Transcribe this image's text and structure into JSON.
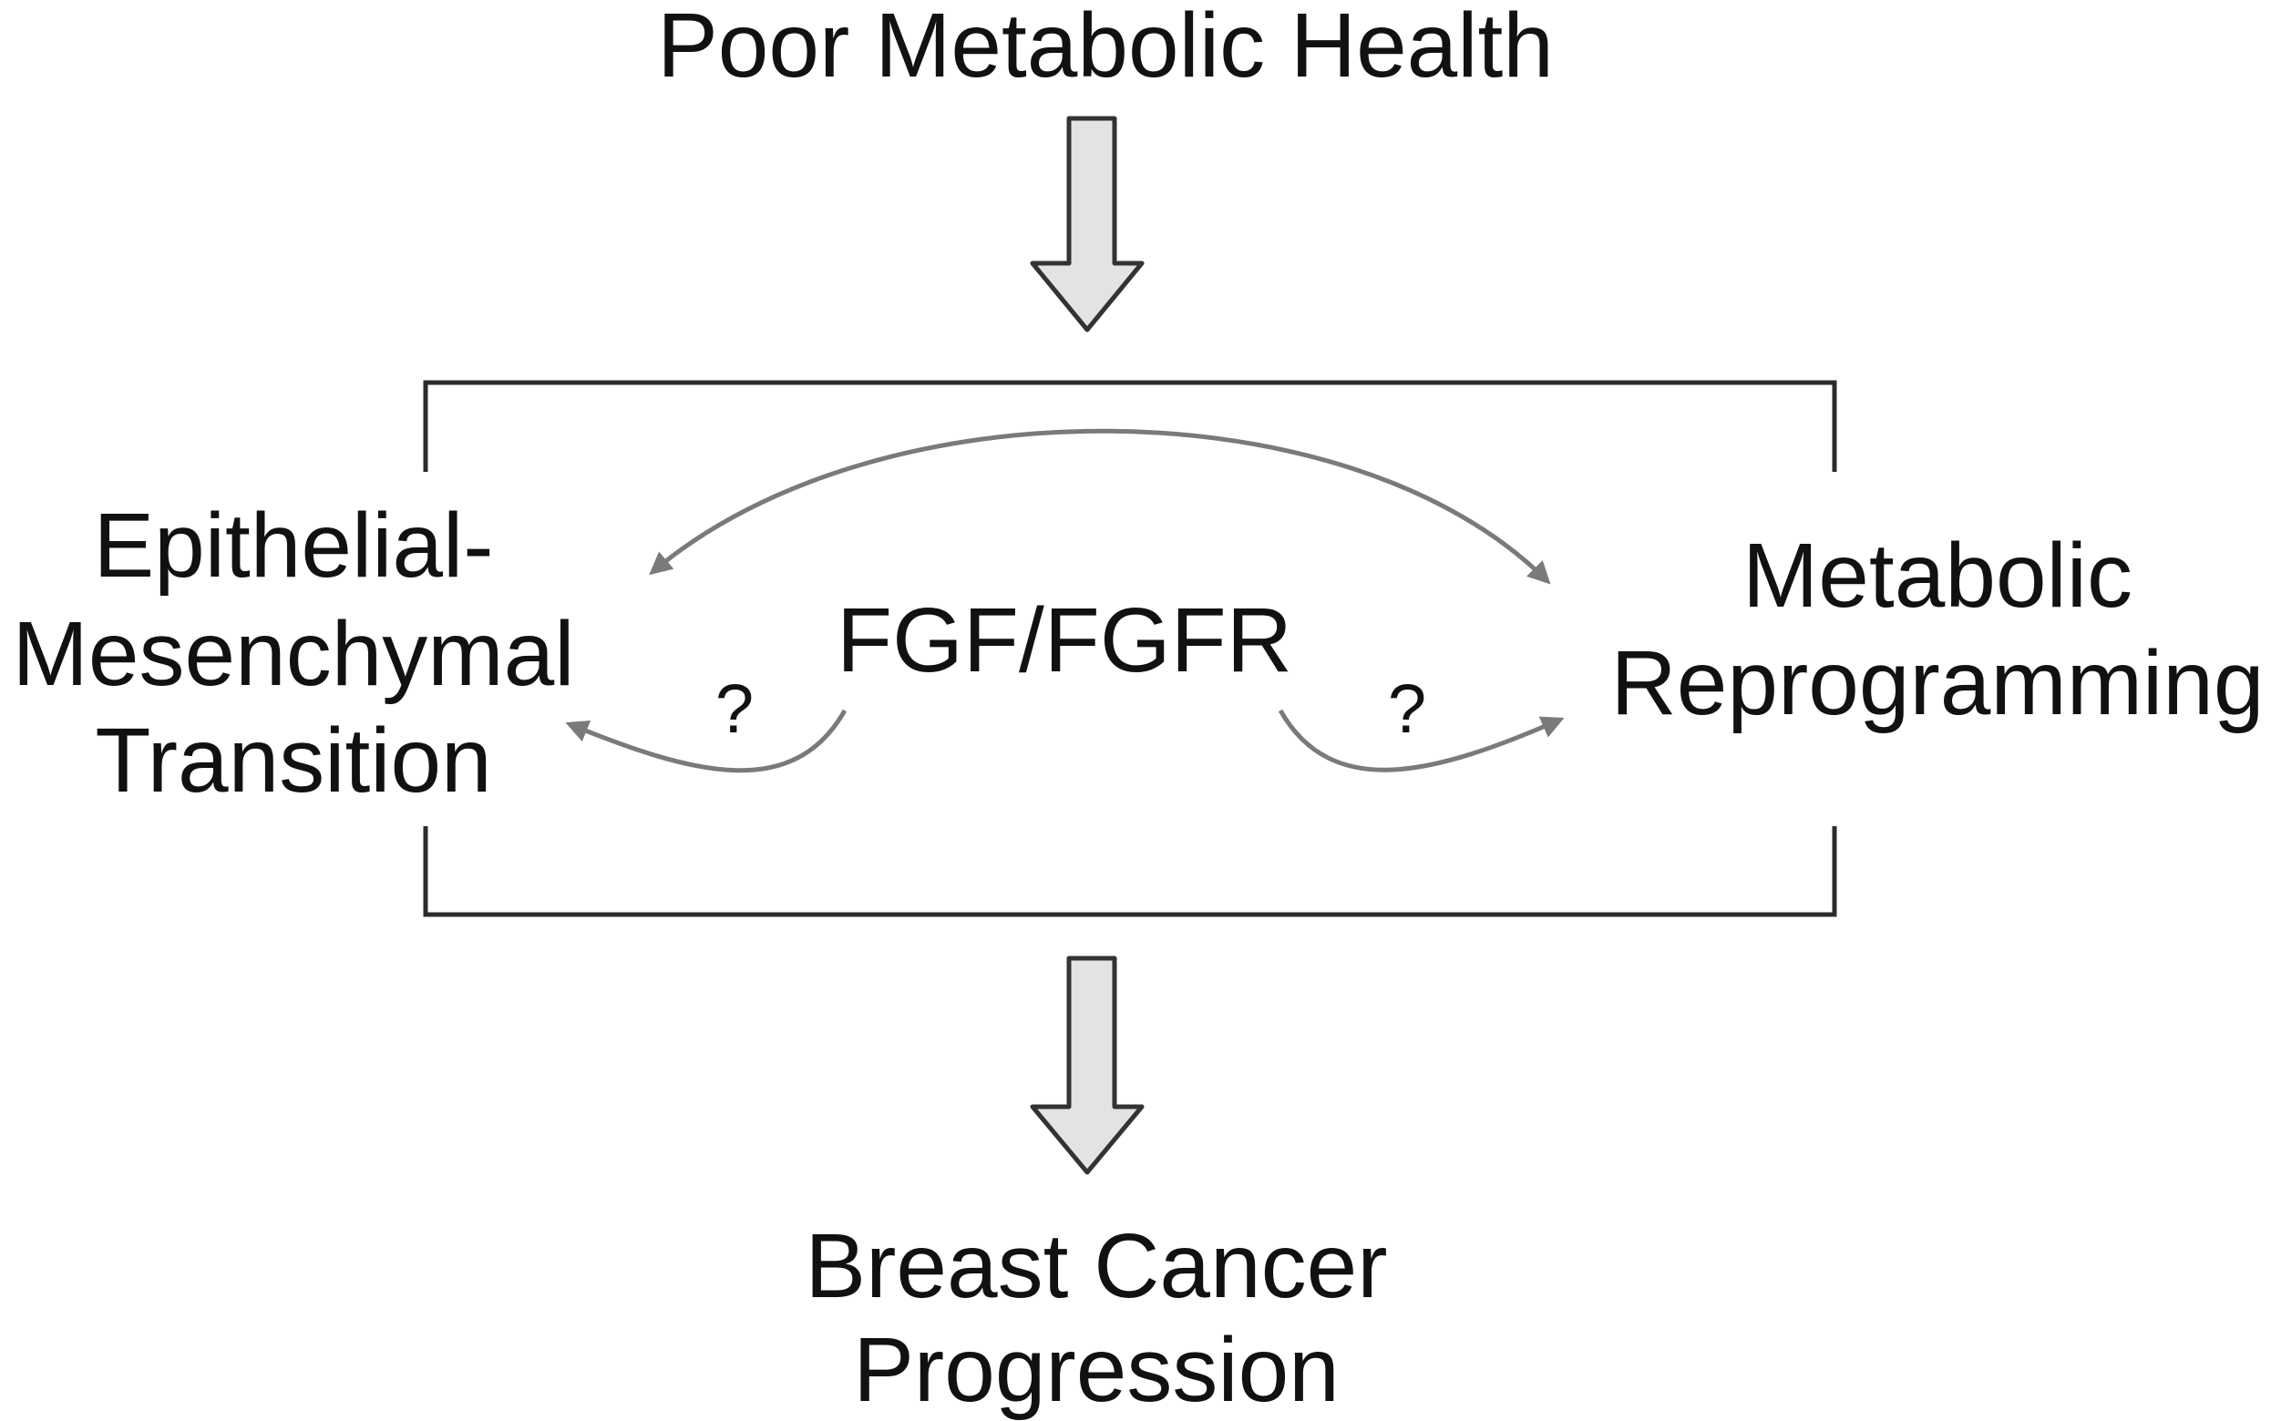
{
  "top": {
    "label": "Poor Metabolic Health"
  },
  "left": {
    "line1": "Epithelial-",
    "line2": "Mesenchymal",
    "line3": "Transition"
  },
  "center": {
    "label": "FGF/FGFR"
  },
  "right": {
    "line1": "Metabolic",
    "line2": "Reprogramming"
  },
  "question_left": "?",
  "question_right": "?",
  "bottom": {
    "line1": "Breast Cancer",
    "line2": "Progression"
  },
  "colors": {
    "text": "#111111",
    "bracket": "#2b2b2b",
    "curve_arrows": "#7a7a7a",
    "block_arrow_fill": "#e3e3e3",
    "block_arrow_stroke": "#333333"
  }
}
